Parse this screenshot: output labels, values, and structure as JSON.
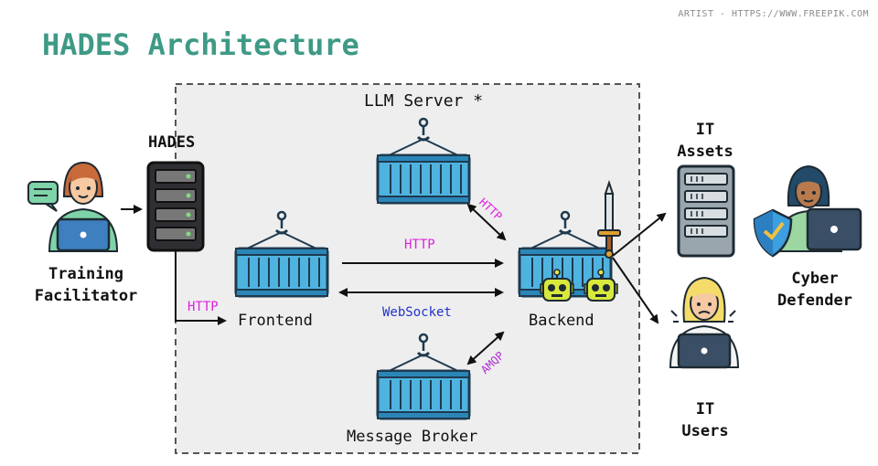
{
  "credit": "ARTIST - HTTPS://WWW.FREEPIK.COM",
  "title": "HADES Architecture",
  "nodes": {
    "llm_server": "LLM Server *",
    "hades": "HADES",
    "training_facilitator": [
      "Training",
      "Facilitator"
    ],
    "frontend": "Frontend",
    "backend": "Backend",
    "message_broker": "Message Broker",
    "it_assets": [
      "IT",
      "Assets"
    ],
    "it_users": [
      "IT",
      "Users"
    ],
    "cyber_defender": [
      "Cyber",
      "Defender"
    ]
  },
  "edges": {
    "hades_to_frontend": "HTTP",
    "frontend_to_backend": "HTTP",
    "backend_to_frontend": "WebSocket",
    "llm_backend": "HTTP",
    "broker_backend": "AMQP"
  },
  "colors": {
    "title": "#3e9a86",
    "http": "#e020e0",
    "websocket": "#2233cc",
    "amqp": "#b030d0",
    "container": "#4fb3e0",
    "container_dark": "#1e3a4f",
    "boundary_fill": "#eeeeee"
  }
}
